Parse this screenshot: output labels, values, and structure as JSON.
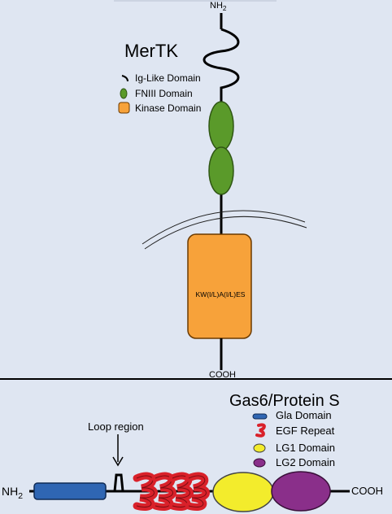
{
  "colors": {
    "background": "#dfe6f2",
    "fniii_green": "#5a9a2a",
    "kinase_orange": "#f7a23a",
    "gla_blue": "#2f66b3",
    "egf_red": "#d9212a",
    "lg1_yellow": "#f3ec2c",
    "lg2_purple": "#8a2f8a"
  },
  "mertk": {
    "title": "MerTK",
    "nh2": "NH2",
    "cooh": "COOH",
    "kinase_motif": "KW(I/L)A(I/L)ES",
    "legend": [
      {
        "icon": "ig-like-bracket-icon",
        "label": "Ig-Like Domain"
      },
      {
        "icon": "fniii-ellipse-icon",
        "label": "FNIII Domain"
      },
      {
        "icon": "kinase-square-icon",
        "label": "Kinase Domain"
      }
    ]
  },
  "gas6": {
    "title": "Gas6/Protein S",
    "loop_label": "Loop region",
    "nh2": "NH2",
    "cooh": "COOH",
    "legend": [
      {
        "icon": "gla-bar-icon",
        "label": "Gla Domain"
      },
      {
        "icon": "egf-repeat-icon",
        "label": "EGF Repeat"
      },
      {
        "icon": "lg1-ellipse-icon",
        "label": "LG1 Domain"
      },
      {
        "icon": "lg2-ellipse-icon",
        "label": "LG2 Domain"
      }
    ]
  }
}
